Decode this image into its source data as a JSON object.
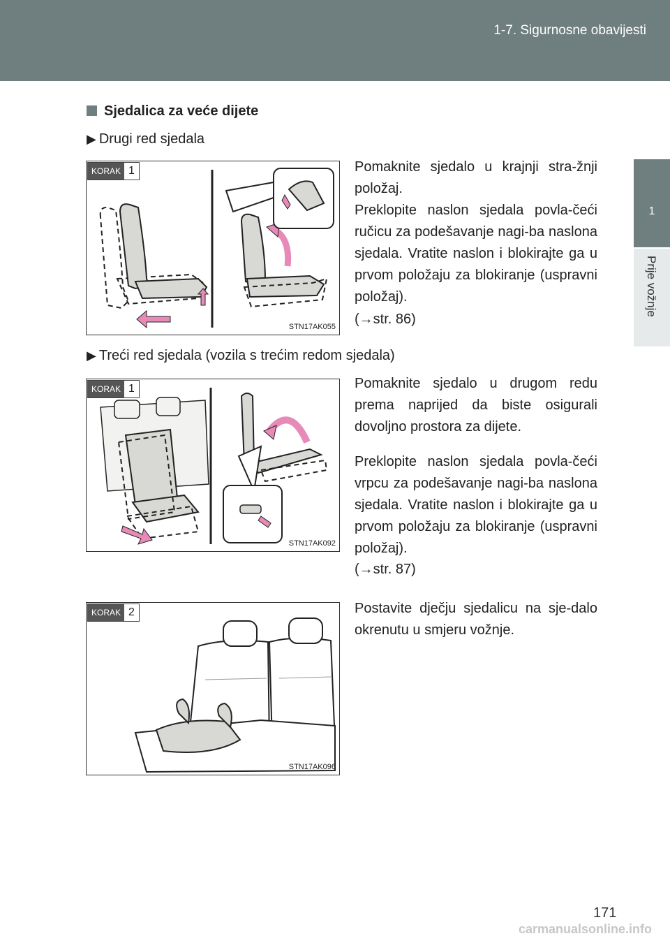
{
  "header": {
    "title": "1-7. Sigurnosne obavijesti"
  },
  "side": {
    "chapter": "1",
    "label": "Prije vožnje"
  },
  "section": {
    "title": "Sjedalica za veće dijete"
  },
  "second_row": {
    "heading": "Drugi red sjedala",
    "step_label": "KORAK",
    "step_number": "1",
    "figure_code": "STN17AK055",
    "paragraphs": [
      "Pomaknite sjedalo u krajnji stra-žnji položaj.",
      "Preklopite naslon sjedala povla-čeći ručicu za podešavanje nagi-ba naslona sjedala. Vratite naslon i blokirajte ga u prvom položaju za blokiranje (uspravni položaj).",
      "(→str. 86)"
    ]
  },
  "third_row": {
    "heading": "Treći red sjedala (vozila s trećim redom sjedala)",
    "step_label": "KORAK",
    "step_number": "1",
    "figure_code": "STN17AK092",
    "paragraphs": [
      "Pomaknite sjedalo u drugom redu prema naprijed da biste osigurali dovoljno prostora za dijete.",
      "Preklopite naslon sjedala povla-čeći vrpcu za podešavanje nagi-ba naslona sjedala. Vratite naslon i blokirajte ga u prvom položaju za blokiranje (uspravni položaj).",
      "(→str. 87)"
    ]
  },
  "step2": {
    "step_label": "KORAK",
    "step_number": "2",
    "figure_code": "STN17AK096",
    "paragraph": "Postavite dječju sjedalicu na sje-dalo okrenutu u smjeru vožnje."
  },
  "page_number": "171",
  "watermark": "carmanualsonline.info",
  "colors": {
    "header": "#6f7e7e",
    "side_label_bg": "#e6eaea",
    "arrow_pink": "#e88ab8",
    "seat_fill": "#d8d8d4"
  }
}
